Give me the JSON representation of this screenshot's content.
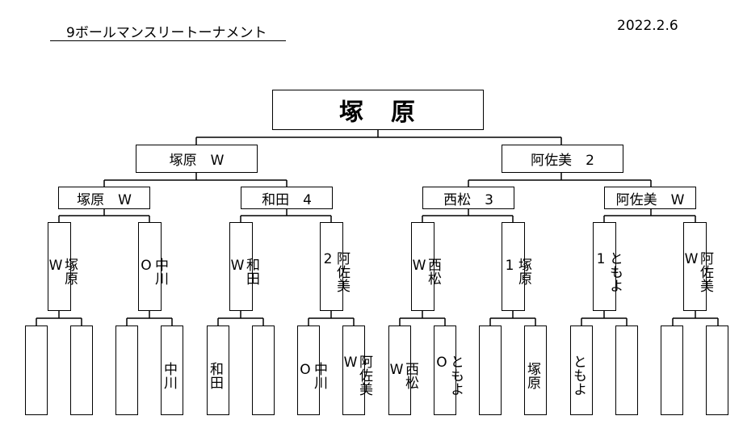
{
  "header": {
    "title": "9ボールマンスリートーナメント",
    "date": "2022.2.6"
  },
  "champion": "塚　原",
  "final": [
    "塚原　W",
    "阿佐美　2"
  ],
  "semis": [
    "塚原　W",
    "和田　4",
    "西松　3",
    "阿佐美　W"
  ],
  "quarters": [
    "塚原\nW",
    "中川\nO",
    "和田\nW",
    "阿佐美\n2",
    "西松\nW",
    "塚原\n1",
    "ともよ\n1",
    "阿佐美\nW"
  ],
  "round1": [
    "",
    "",
    "",
    "中川",
    "和田",
    "",
    "中川\nO",
    "阿佐美\nW",
    "西松\nW",
    "ともよ\nO",
    "",
    "塚原",
    "ともよ",
    "",
    "",
    ""
  ]
}
